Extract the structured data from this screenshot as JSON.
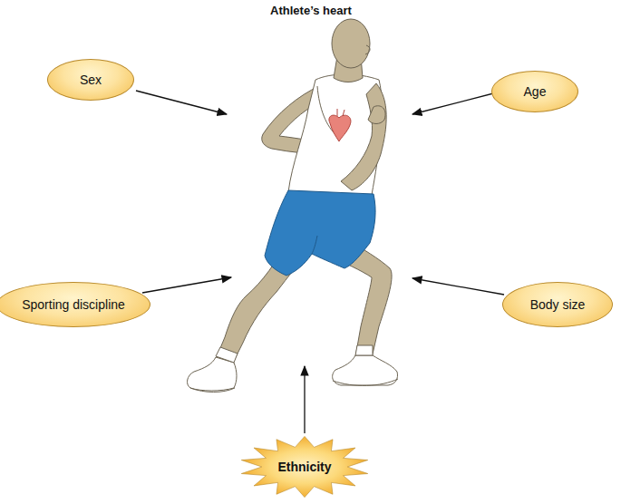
{
  "diagram": {
    "title": "Athlete’s heart",
    "nodes": [
      {
        "text": [
          "Sex"
        ]
      },
      {
        "text": [
          "Age"
        ]
      },
      {
        "text": [
          "Sporting discipline"
        ]
      },
      {
        "text": [
          "Body size"
        ]
      },
      {
        "text": [
          "Ethnicity"
        ]
      }
    ]
  }
}
